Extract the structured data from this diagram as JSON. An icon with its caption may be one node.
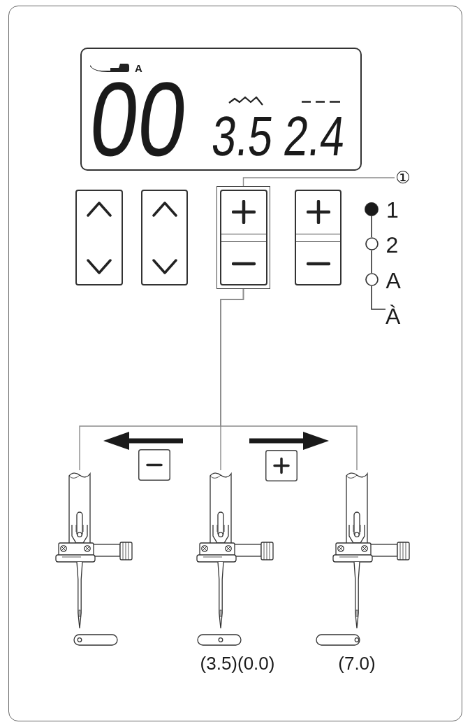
{
  "diagram": {
    "nodes": [
      {
        "text": [
          "A",
          "00",
          "3.5",
          "2.4"
        ]
      },
      {
        "text": [
          "①"
        ]
      },
      {
        "text": [],
        "shape": "box"
      },
      {
        "text": [],
        "shape": "box"
      },
      {
        "text": [],
        "shape": "box"
      },
      {
        "text": [],
        "shape": "box",
        "in": 4
      },
      {
        "text": [],
        "shape": "box"
      },
      {
        "text": [],
        "shape": "circle",
        "beside": [
          "1"
        ]
      },
      {
        "text": [],
        "shape": "circle",
        "beside": [
          "2"
        ]
      },
      {
        "text": [],
        "shape": "circle",
        "beside": [
          "A"
        ]
      },
      {
        "text": [
          "À"
        ]
      },
      {
        "text": [],
        "shape": "picture"
      },
      {
        "text": [],
        "shape": "picture",
        "beside": [
          "(3.5)(0.0)"
        ]
      },
      {
        "text": [],
        "shape": "picture",
        "beside": [
          "(7.0)"
        ]
      }
    ],
    "edges": [
      {
        "from": 1,
        "to": 4,
        "arrow": "none"
      },
      {
        "from": 7,
        "to": 8,
        "arrow": "none",
        "color": "#333333"
      },
      {
        "from": 8,
        "to": 9,
        "arrow": "none",
        "color": "#333333"
      },
      {
        "from": 9,
        "to": 10,
        "arrow": "none",
        "color": "#333333"
      },
      {
        "from": 4,
        "to": 11,
        "arrow": "none"
      },
      {
        "from": 4,
        "to": 12,
        "arrow": "none"
      },
      {
        "from": 4,
        "to": 13,
        "arrow": "none"
      }
    ]
  }
}
